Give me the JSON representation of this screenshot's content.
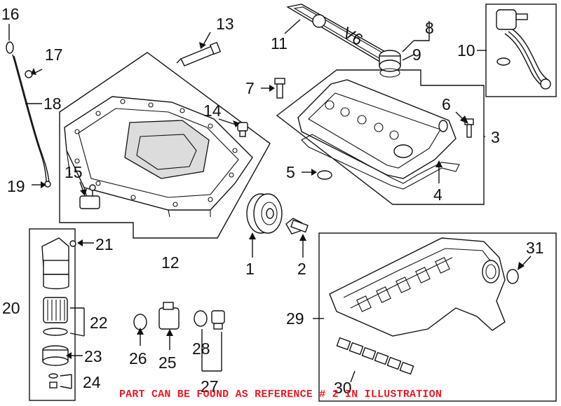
{
  "callouts": [
    "1",
    "2",
    "3",
    "4",
    "5",
    "6",
    "7",
    "8",
    "9",
    "10",
    "11",
    "12",
    "13",
    "14",
    "15",
    "16",
    "17",
    "18",
    "19",
    "20",
    "21",
    "22",
    "23",
    "24",
    "25",
    "26",
    "27",
    "28",
    "29",
    "30",
    "31"
  ],
  "cover_text": "V6",
  "note": "PART CAN BE FOUND AS REFERENCE # 2 IN ILLUSTRATION",
  "colors": {
    "note": "#e0202a",
    "lines": "#111111"
  }
}
